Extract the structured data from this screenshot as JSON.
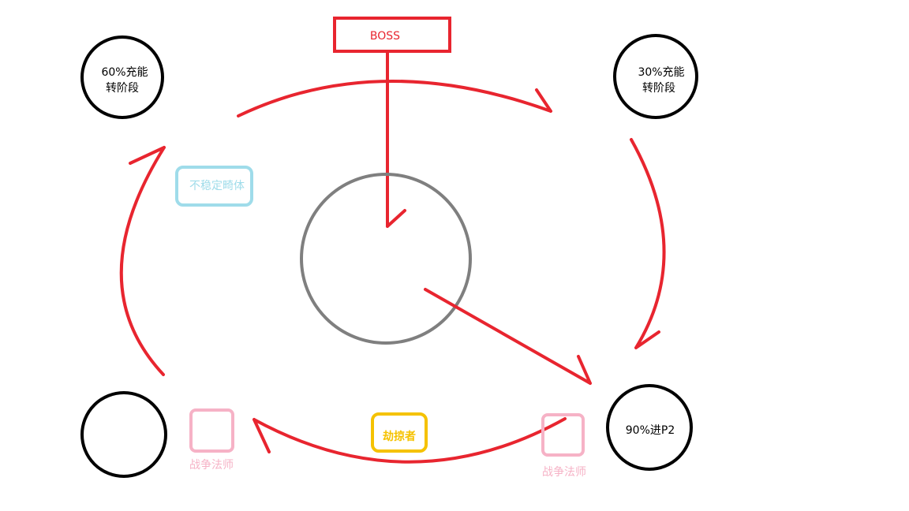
{
  "colors": {
    "red": "#e8252f",
    "black": "#000000",
    "gray": "#7f7f7f",
    "lightblue": "#9fdcea",
    "pink": "#f6b2c6",
    "yellow": "#f5c200"
  },
  "boss": {
    "label": "BOSS"
  },
  "circles": {
    "top_left": {
      "line1": "60%充能",
      "line2": "转阶段"
    },
    "top_right": {
      "line1": "30%充能",
      "line2": "转阶段"
    },
    "bottom_right": {
      "label": "90%进P2"
    }
  },
  "boxes": {
    "unstable": {
      "label": "不稳定畸体"
    },
    "plunderer": {
      "label": "劫掠者"
    },
    "warmage_left": {
      "label": "战争法师"
    },
    "warmage_right": {
      "label": "战争法师"
    }
  }
}
